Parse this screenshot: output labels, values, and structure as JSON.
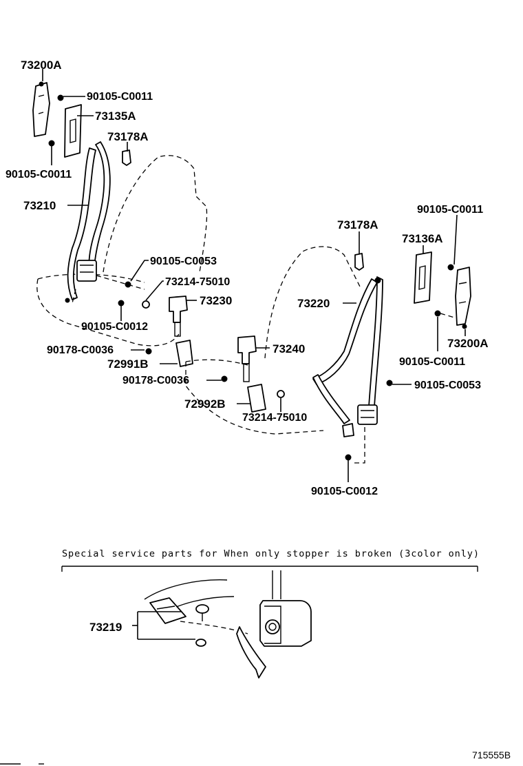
{
  "labels": {
    "l73200A_left": "73200A",
    "l90105_C0011_a": "90105-C0011",
    "l73135A": "73135A",
    "l73178A_left": "73178A",
    "l90105_C0011_b": "90105-C0011",
    "l73210": "73210",
    "l90105_C0053_left": "90105-C0053",
    "l73214_75010_left": "73214-75010",
    "l73230": "73230",
    "l90105_C0012_left": "90105-C0012",
    "l90178_C0036_left": "90178-C0036",
    "l72991B": "72991B",
    "l73240": "73240",
    "l90178_C0036_mid": "90178-C0036",
    "l72992B": "72992B",
    "l73214_75010_mid": "73214-75010",
    "l73178A_right": "73178A",
    "l73136A": "73136A",
    "l90105_C0011_right_top": "90105-C0011",
    "l73220": "73220",
    "l73200A_right": "73200A",
    "l90105_C0011_right_bottom": "90105-C0011",
    "l90105_C0053_right": "90105-C0053",
    "l90105_C0012_right": "90105-C0012",
    "l73219": "73219"
  },
  "note": "Special service parts for When only stopper is broken (3color only)",
  "illustration_code": "715555B"
}
